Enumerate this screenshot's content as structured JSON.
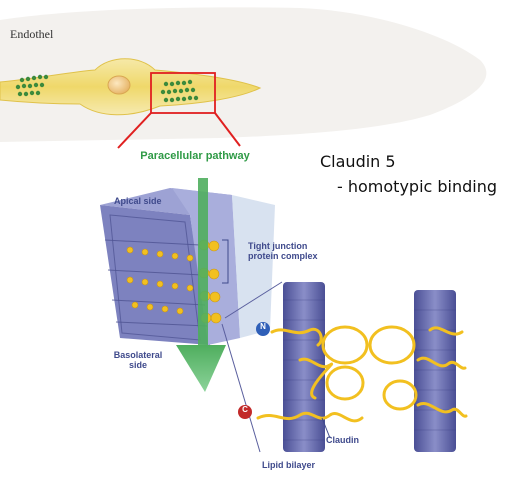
{
  "figure": {
    "cell_label": "Endothel",
    "claudin_title": "Claudin 5",
    "claudin_subtitle": "- homotypic binding",
    "paracellular_label": "Paracellular pathway",
    "apical_label": "Apical side",
    "tight_junction_label": "Tight junction protein complex",
    "basolateral_label": "Basolateral side",
    "n_terminus": "N",
    "c_terminus": "C",
    "claudin_label": "Claudin",
    "lipid_bilayer_label": "Lipid bilayer"
  },
  "colors": {
    "membrane": "#6b6fae",
    "protein": "#f2c020",
    "pathway_arrow": "#4fae5e",
    "zoom_box": "#e02020",
    "n_circle": "#2f5fb8",
    "c_circle": "#c22a2a"
  }
}
